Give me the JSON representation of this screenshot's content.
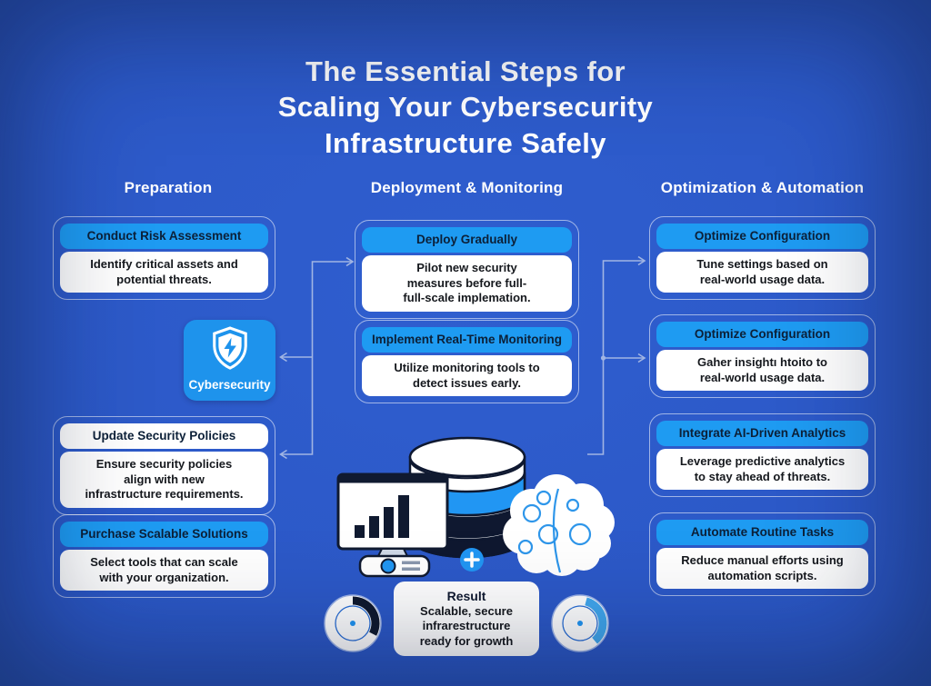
{
  "title": "The Essential Steps for\nScaling Your Cybersecurity\nInfrastructure Safely",
  "columns": [
    {
      "title": "Preparation"
    },
    {
      "title": "Deployment & Monitoring"
    },
    {
      "title": "Optimization & Automation"
    }
  ],
  "cards": {
    "conduct_risk": {
      "title": "Conduct Risk Assessment",
      "body": "Identify  critical assets and\npotential threats."
    },
    "update_policies": {
      "title": "Update Security Policies",
      "body": "Ensure security policies\nalign with new\ninfrastructure requirements."
    },
    "purchase": {
      "title": "Purchase Scalable Solutions",
      "body": "Select tools that can scale\nwith your organization."
    },
    "deploy": {
      "title": "Deploy Gradually",
      "body": "Pilot new security\nmeasures before full-\nfull-scale implemation."
    },
    "monitoring": {
      "title": "Implement Real-Time Monitoring",
      "body": "Utilize monitoring tools to\ndetect issues early."
    },
    "optimize1": {
      "title": "Optimize Configuration",
      "body": "Tune settings based on\nreal-world usage data."
    },
    "optimize2": {
      "title": "Optimize Configuration",
      "body": "Gaher insightı htoito to\nreal-world usage data."
    },
    "analytics": {
      "title": "Integrate AI-Driven Analytics",
      "body": "Leverage predictive analytics\nto stay ahead of threats."
    },
    "automate": {
      "title": "Automate Routine Tasks",
      "body": "Reduce manual efforts using\nautomation scripts."
    }
  },
  "cybersecurity_label": "Cybersecurity",
  "result": {
    "title": "Result",
    "body": "Scalable, secure\ninfrarestructure\nready for growth"
  },
  "icons": {
    "shield": "shield-lightning-icon",
    "plus": "plus-icon",
    "monitor": "bar-chart-monitor-icon",
    "database": "database-icon",
    "brain": "brain-icon",
    "gauge_left": "progress-gauge-dark",
    "gauge_right": "progress-gauge-blue"
  },
  "colors": {
    "background": "#2b57c5",
    "card_header_blue": "#1e9bf2",
    "tile_blue": "#1e93ec",
    "dark_text": "#0c2038",
    "connector": "#aebfe6",
    "white": "#ffffff"
  }
}
